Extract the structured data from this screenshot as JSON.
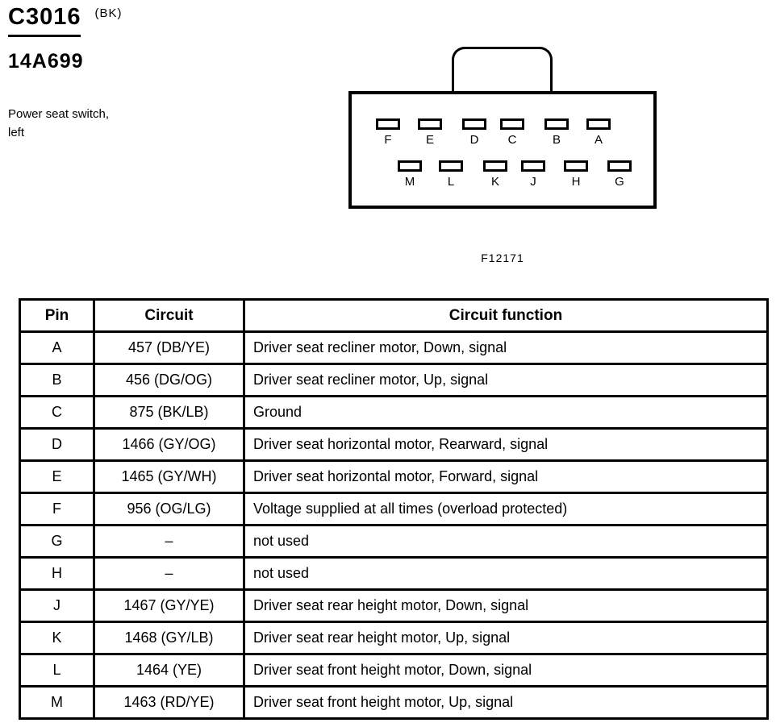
{
  "header": {
    "connector_id": "C3016",
    "connector_color": "(BK)",
    "part_number": "14A699",
    "description_line1": "Power seat switch,",
    "description_line2": "left"
  },
  "connector": {
    "figure_label": "F12171",
    "top_pins": [
      "F",
      "E",
      "D",
      "C",
      "B",
      "A"
    ],
    "bottom_pins": [
      "M",
      "L",
      "K",
      "J",
      "H",
      "G"
    ]
  },
  "table": {
    "columns": [
      "Pin",
      "Circuit",
      "Circuit function"
    ],
    "rows": [
      [
        "A",
        "457 (DB/YE)",
        "Driver seat recliner motor, Down, signal"
      ],
      [
        "B",
        "456 (DG/OG)",
        "Driver seat recliner motor, Up, signal"
      ],
      [
        "C",
        "875 (BK/LB)",
        "Ground"
      ],
      [
        "D",
        "1466 (GY/OG)",
        "Driver seat horizontal motor, Rearward, signal"
      ],
      [
        "E",
        "1465 (GY/WH)",
        "Driver seat horizontal motor, Forward, signal"
      ],
      [
        "F",
        "956 (OG/LG)",
        "Voltage supplied at all times (overload protected)"
      ],
      [
        "G",
        "–",
        "not used"
      ],
      [
        "H",
        "–",
        "not used"
      ],
      [
        "J",
        "1467 (GY/YE)",
        "Driver seat rear height motor, Down, signal"
      ],
      [
        "K",
        "1468 (GY/LB)",
        "Driver seat rear height motor, Up, signal"
      ],
      [
        "L",
        "1464 (YE)",
        "Driver seat front height motor, Down, signal"
      ],
      [
        "M",
        "1463 (RD/YE)",
        "Driver seat front height motor, Up, signal"
      ]
    ]
  }
}
